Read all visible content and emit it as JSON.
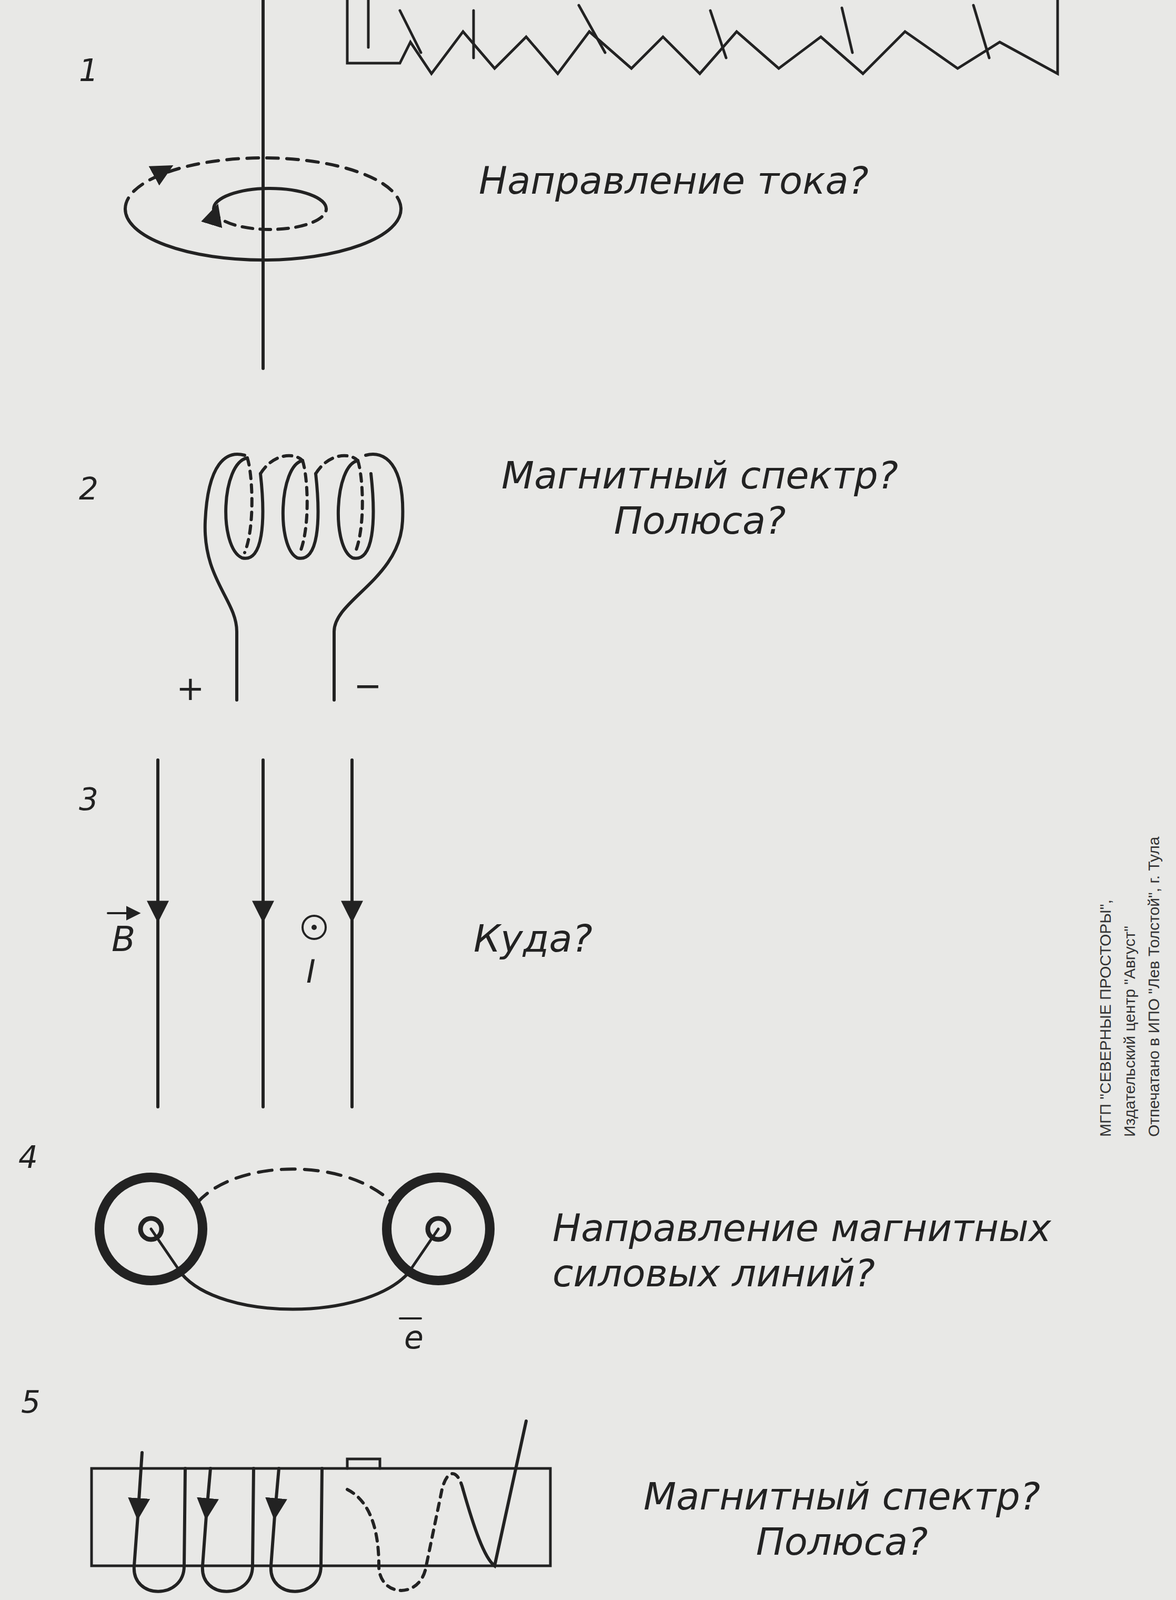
{
  "diagram": {
    "labels": [
      "1",
      "Направление тока?",
      "2",
      "Магнитный спектр? Полюса?",
      "+",
      "−",
      "3",
      "B",
      "I",
      "Куда?",
      "4",
      "Направление магнитных силовых линий?",
      "e",
      "5",
      "Магнитный спектр? Полюса?",
      "МГП \"СЕВЕРНЫЕ ПРОСТОРЫ\",",
      "Издательский центр \"Август\"",
      "Отпечатано в ИПО \"Лев Толстой\", г. Тула"
    ]
  }
}
